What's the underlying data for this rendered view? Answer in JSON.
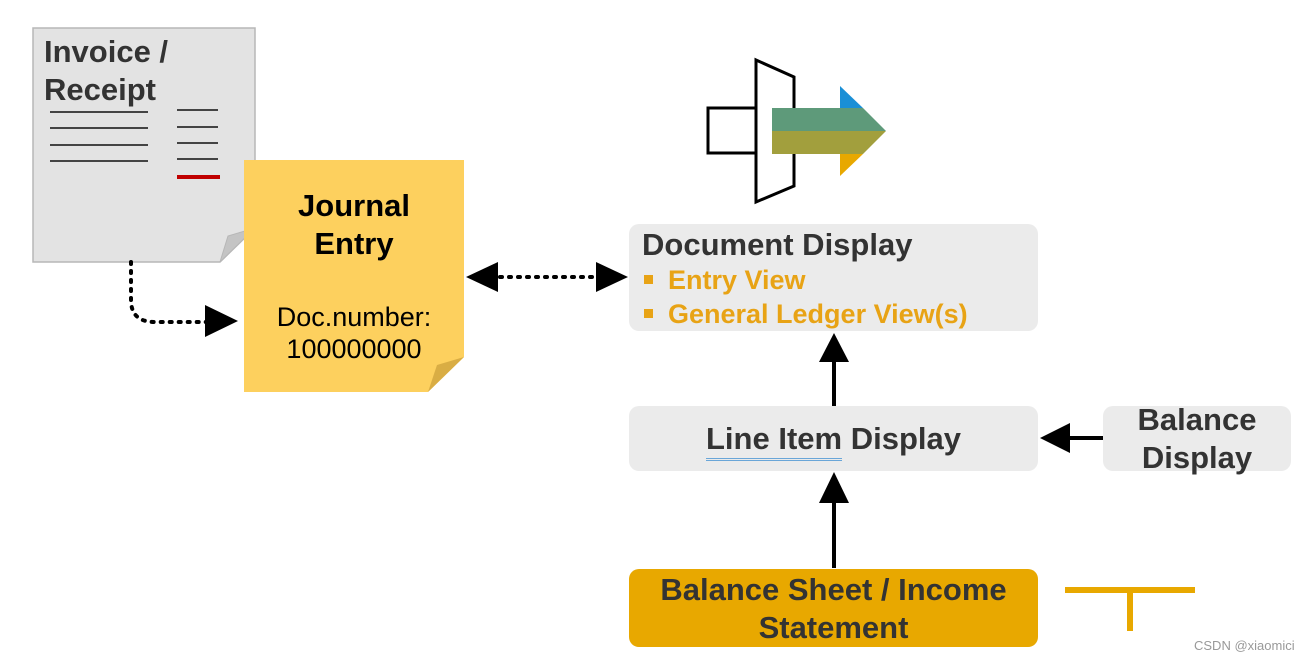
{
  "invoice": {
    "title": "Invoice /\nReceipt"
  },
  "journal": {
    "title": "Journal\nEntry",
    "doc_label": "Doc.number:\n100000000"
  },
  "document_display": {
    "title": "Document Display",
    "items": [
      "Entry View",
      "General Ledger View(s)"
    ]
  },
  "line_item": {
    "prefix": "Line Item",
    "suffix": " Display"
  },
  "balance_display": {
    "label": "Balance\nDisplay"
  },
  "balance_sheet": {
    "label": "Balance Sheet / Income\nStatement"
  },
  "watermark": "CSDN @xiaomici",
  "colors": {
    "invoice_fill": "#e3e3e3",
    "journal_fill": "#fdd05e",
    "accent_orange": "#e8a315",
    "sheet_fill": "#e8a800",
    "box_fill": "#ebebeb",
    "red_line": "#c00000",
    "logo_blue": "#1a8fd6",
    "logo_green": "#5e9a7a",
    "logo_olive": "#a29f3d",
    "logo_gold": "#e8a800"
  }
}
